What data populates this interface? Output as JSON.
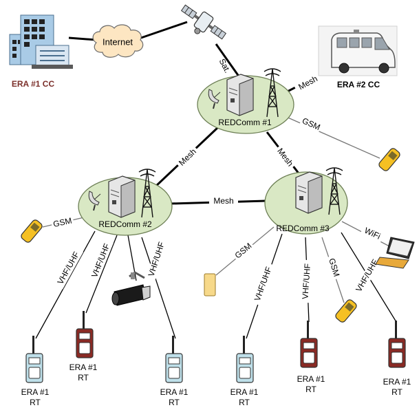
{
  "colors": {
    "node_fill": "#d9e8c4",
    "node_stroke": "#6d7f55",
    "cc_label": "#7b2f2a",
    "radio_light": "#bfe0ea",
    "radio_dark": "#8a2a24",
    "phone": "#f5c023",
    "cloud": "#fde6c2"
  },
  "centers": {
    "cc1_label": "ERA #1 CC",
    "cc2_label": "ERA #2 CC",
    "internet_label": "Internet"
  },
  "nodes": {
    "n1": "REDComm #1",
    "n2": "REDComm #2",
    "n3": "REDComm #3"
  },
  "links": {
    "sat": "Sat.",
    "mesh_n1_cc2": "Mesh",
    "gsm_n1": "GSM",
    "mesh_n1_n2": "Mesh",
    "mesh_n1_n3": "Mesh",
    "mesh_n2_n3": "Mesh",
    "gsm_n2": "GSM",
    "gsm_n3_left": "GSM",
    "wifi_n3": "WiFi",
    "gsm_n3_bottom": "GSM",
    "vhf": "VHF/UHF"
  },
  "terminals": {
    "rt_line1": "ERA #1",
    "rt_line2": "RT"
  }
}
